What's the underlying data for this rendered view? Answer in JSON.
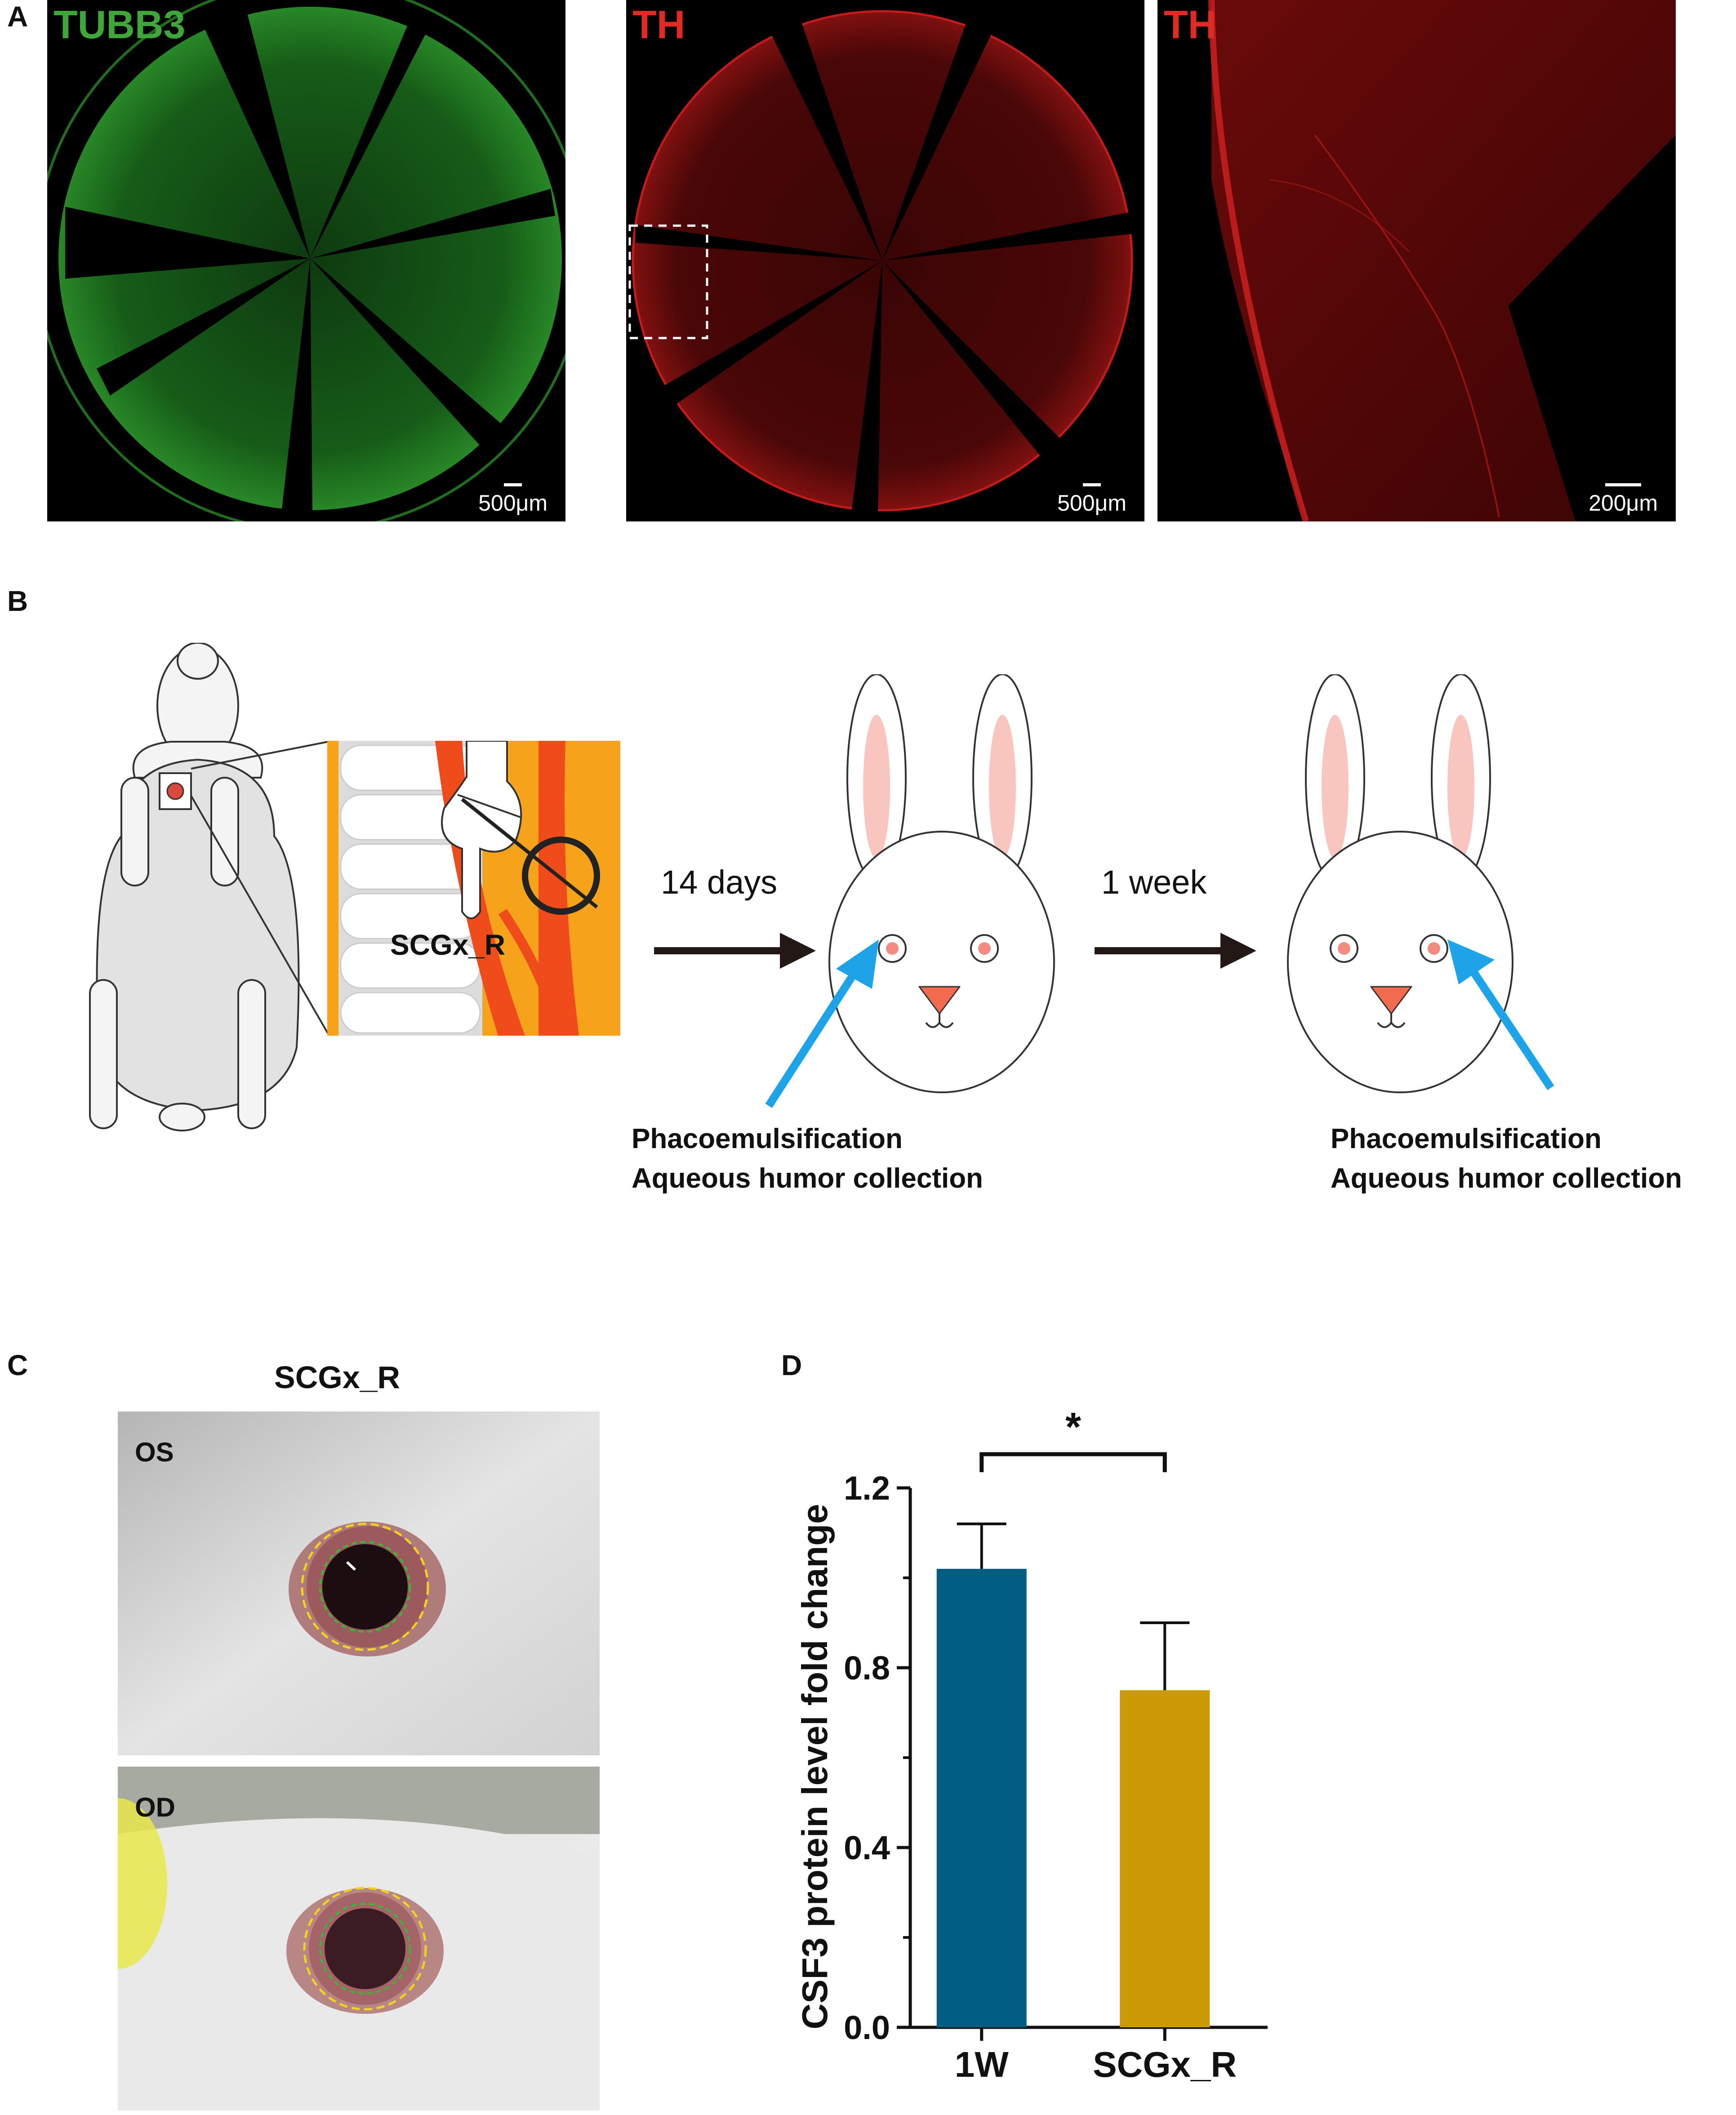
{
  "panels": {
    "A": "A",
    "B": "B",
    "C": "C",
    "D": "D"
  },
  "panelA": {
    "images": [
      {
        "label": "TUBB3",
        "label_color": "#3fa63a",
        "scale": "500μm",
        "stain": "green"
      },
      {
        "label": "TH",
        "label_color": "#e02b24",
        "scale": "500μm",
        "stain": "red"
      },
      {
        "label": "TH",
        "label_color": "#e02b24",
        "scale": "200μm",
        "stain": "red"
      }
    ]
  },
  "panelB": {
    "inset_label": "SCGx_R",
    "arrow1_label": "14 days",
    "arrow2_label": "1 week",
    "caption1_line1": "Phacoemulsification",
    "caption1_line2": "Aqueous humor collection",
    "caption2_line1": "Phacoemulsification",
    "caption2_line2": "Aqueous humor collection",
    "colors": {
      "orange": "#f7a21b",
      "red_orange": "#f04b1a",
      "blue_arrow": "#1fa3e8",
      "ear_pink": "#f9c6bf",
      "nose": "#f26b4f"
    }
  },
  "panelC": {
    "title": "SCGx_R",
    "top_label": "OS",
    "bottom_label": "OD"
  },
  "chart_data": {
    "type": "bar",
    "categories": [
      "1W",
      "SCGx_R"
    ],
    "values": [
      1.02,
      0.75
    ],
    "errors": [
      0.1,
      0.15
    ],
    "colors": [
      "#015e82",
      "#cc9a06"
    ],
    "ylabel": "CSF3 protein level fold change",
    "xlabel": "",
    "ylim": [
      0,
      1.2
    ],
    "yticks": [
      "0.0",
      "0.4",
      "0.8",
      "1.2"
    ],
    "significance": "*"
  }
}
